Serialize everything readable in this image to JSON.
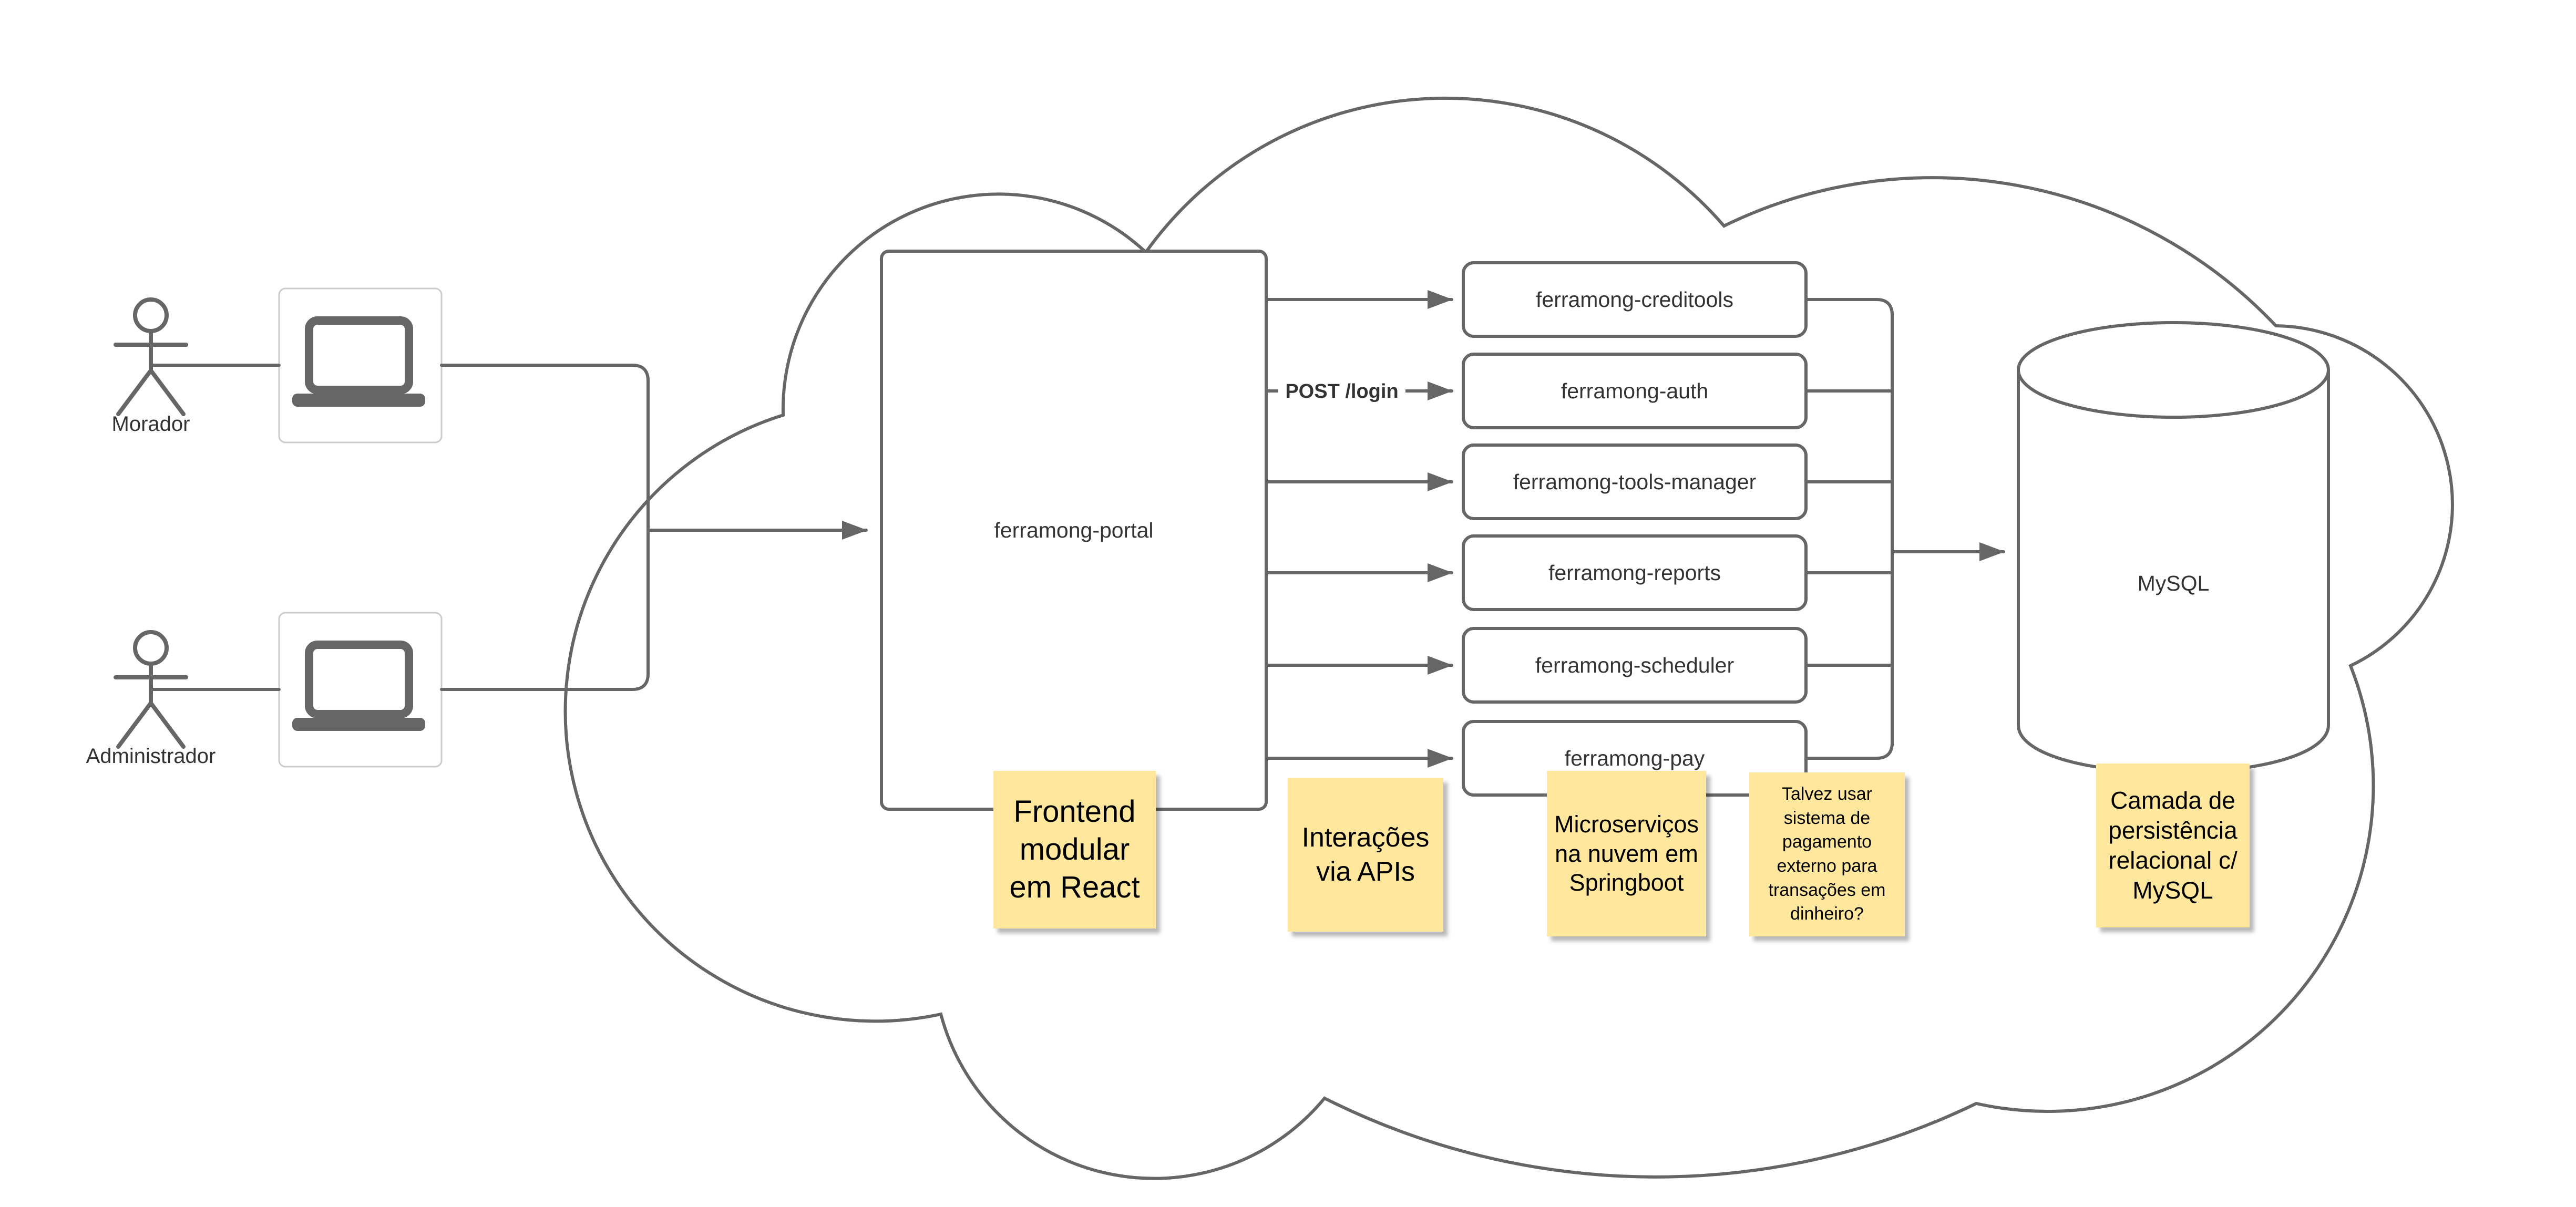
{
  "diagram": {
    "actors": [
      {
        "label": "Morador"
      },
      {
        "label": "Administrador"
      }
    ],
    "portal": {
      "label": "ferramong-portal"
    },
    "services": [
      {
        "label": "ferramong-creditools"
      },
      {
        "label": "ferramong-auth"
      },
      {
        "label": "ferramong-tools-manager"
      },
      {
        "label": "ferramong-reports"
      },
      {
        "label": "ferramong-scheduler"
      },
      {
        "label": "ferramong-pay"
      }
    ],
    "database": {
      "label": "MySQL"
    },
    "edge_label": "POST /login",
    "notes": [
      {
        "text": "Frontend\nmodular\nem React"
      },
      {
        "text": "Interações\nvia APIs"
      },
      {
        "text": "Microserviços\nna nuvem em\nSpringboot"
      },
      {
        "text": "Talvez usar\nsistema de\npagamento\nexterno para\ntransações em\ndinheiro?"
      },
      {
        "text": "Camada de\npersistência\nrelacional c/\nMySQL"
      }
    ],
    "colors": {
      "stroke": "#666666",
      "label_text": "#333333",
      "note_bg": "#ffe79e",
      "note_text": "#000000"
    }
  }
}
